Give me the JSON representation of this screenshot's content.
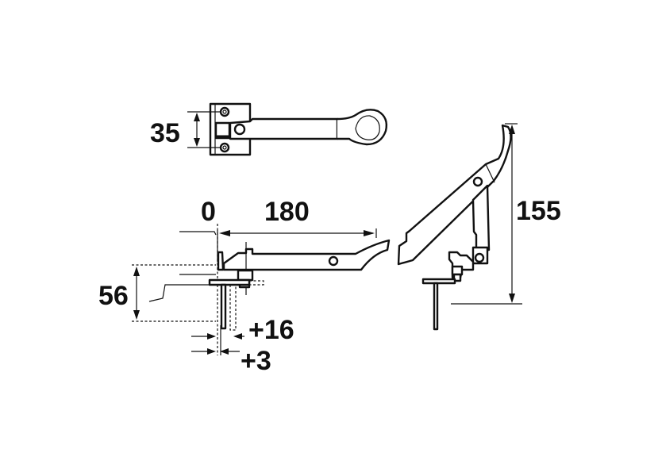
{
  "drawing": {
    "views": {
      "top": {
        "dimension_height": "35"
      },
      "side_closed": {
        "origin_label": "0",
        "length_label": "180",
        "height_label": "56",
        "offset_1_label": "+16",
        "offset_2_label": "+3"
      },
      "side_open": {
        "height_label": "155"
      }
    },
    "colors": {
      "line": "#111111",
      "background": "#ffffff"
    }
  }
}
